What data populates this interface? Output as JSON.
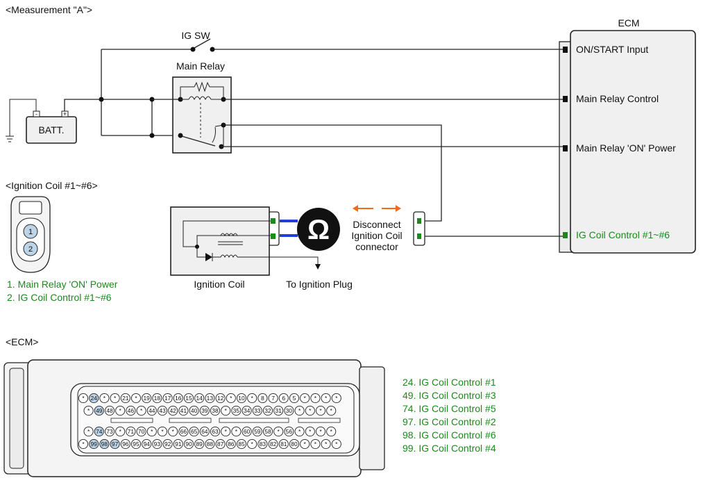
{
  "labels": {
    "measurement": "<Measurement \"A\">",
    "ig_sw": "IG SW",
    "main_relay": "Main Relay",
    "batt": "BATT.",
    "batt_neg": "-",
    "batt_pos": "+",
    "ecm_title": "ECM",
    "ignition_coil_section": "<Ignition Coil #1~#6>",
    "ignition_coil": "Ignition Coil",
    "to_plug": "To Ignition Plug",
    "ohm": "Ω",
    "disconnect": [
      "Disconnect",
      "Ignition Coil",
      "connector"
    ],
    "ecm_section": "<ECM>"
  },
  "ecm_inputs": [
    "ON/START Input",
    "Main Relay Control",
    "Main Relay 'ON' Power",
    "IG Coil  Control #1~#6"
  ],
  "coil_connector": {
    "pins": [
      "1",
      "2"
    ],
    "legend": [
      "1. Main Relay 'ON' Power",
      "2. IG Coil  Control #1~#6"
    ]
  },
  "ecm_connector": {
    "rows": [
      [
        "*",
        "24",
        "*",
        "*",
        "21",
        "*",
        "19",
        "18",
        "17",
        "16",
        "15",
        "14",
        "13",
        "12",
        "*",
        "10",
        "*",
        "8",
        "7",
        "6",
        "5",
        "*",
        "*",
        "*",
        "*"
      ],
      [
        "*",
        "49",
        "48",
        "*",
        "46",
        "*",
        "44",
        "43",
        "42",
        "41",
        "40",
        "39",
        "38",
        "*",
        "35",
        "34",
        "33",
        "32",
        "31",
        "30",
        "*",
        "*",
        "*",
        "*"
      ],
      [
        "*",
        "74",
        "73",
        "*",
        "71",
        "70",
        "*",
        "*",
        "*",
        "66",
        "65",
        "64",
        "63",
        "*",
        "*",
        "60",
        "59",
        "58",
        "*",
        "56",
        "*",
        "*",
        "*",
        "*"
      ],
      [
        "*",
        "99",
        "98",
        "97",
        "96",
        "95",
        "94",
        "93",
        "92",
        "91",
        "90",
        "89",
        "88",
        "87",
        "86",
        "85",
        "*",
        "83",
        "82",
        "81",
        "80",
        "*",
        "*",
        "*",
        "*"
      ]
    ],
    "highlighted": [
      "24",
      "49",
      "74",
      "97",
      "98",
      "99"
    ],
    "legend": [
      "24. IG Coil  Control #1",
      "49. IG Coil  Control #3",
      "74. IG Coil  Control #5",
      "97. IG Coil  Control #2",
      "98. IG Coil  Control #6",
      "99. IG Coil  Control #4"
    ]
  },
  "colors": {
    "green": "#1a8a1a",
    "blue_wire": "#1f3fd6",
    "orange_arrow": "#ef6c1a",
    "pin_highlight": "#bcd4e6",
    "box_fill": "#f0f0f0"
  }
}
